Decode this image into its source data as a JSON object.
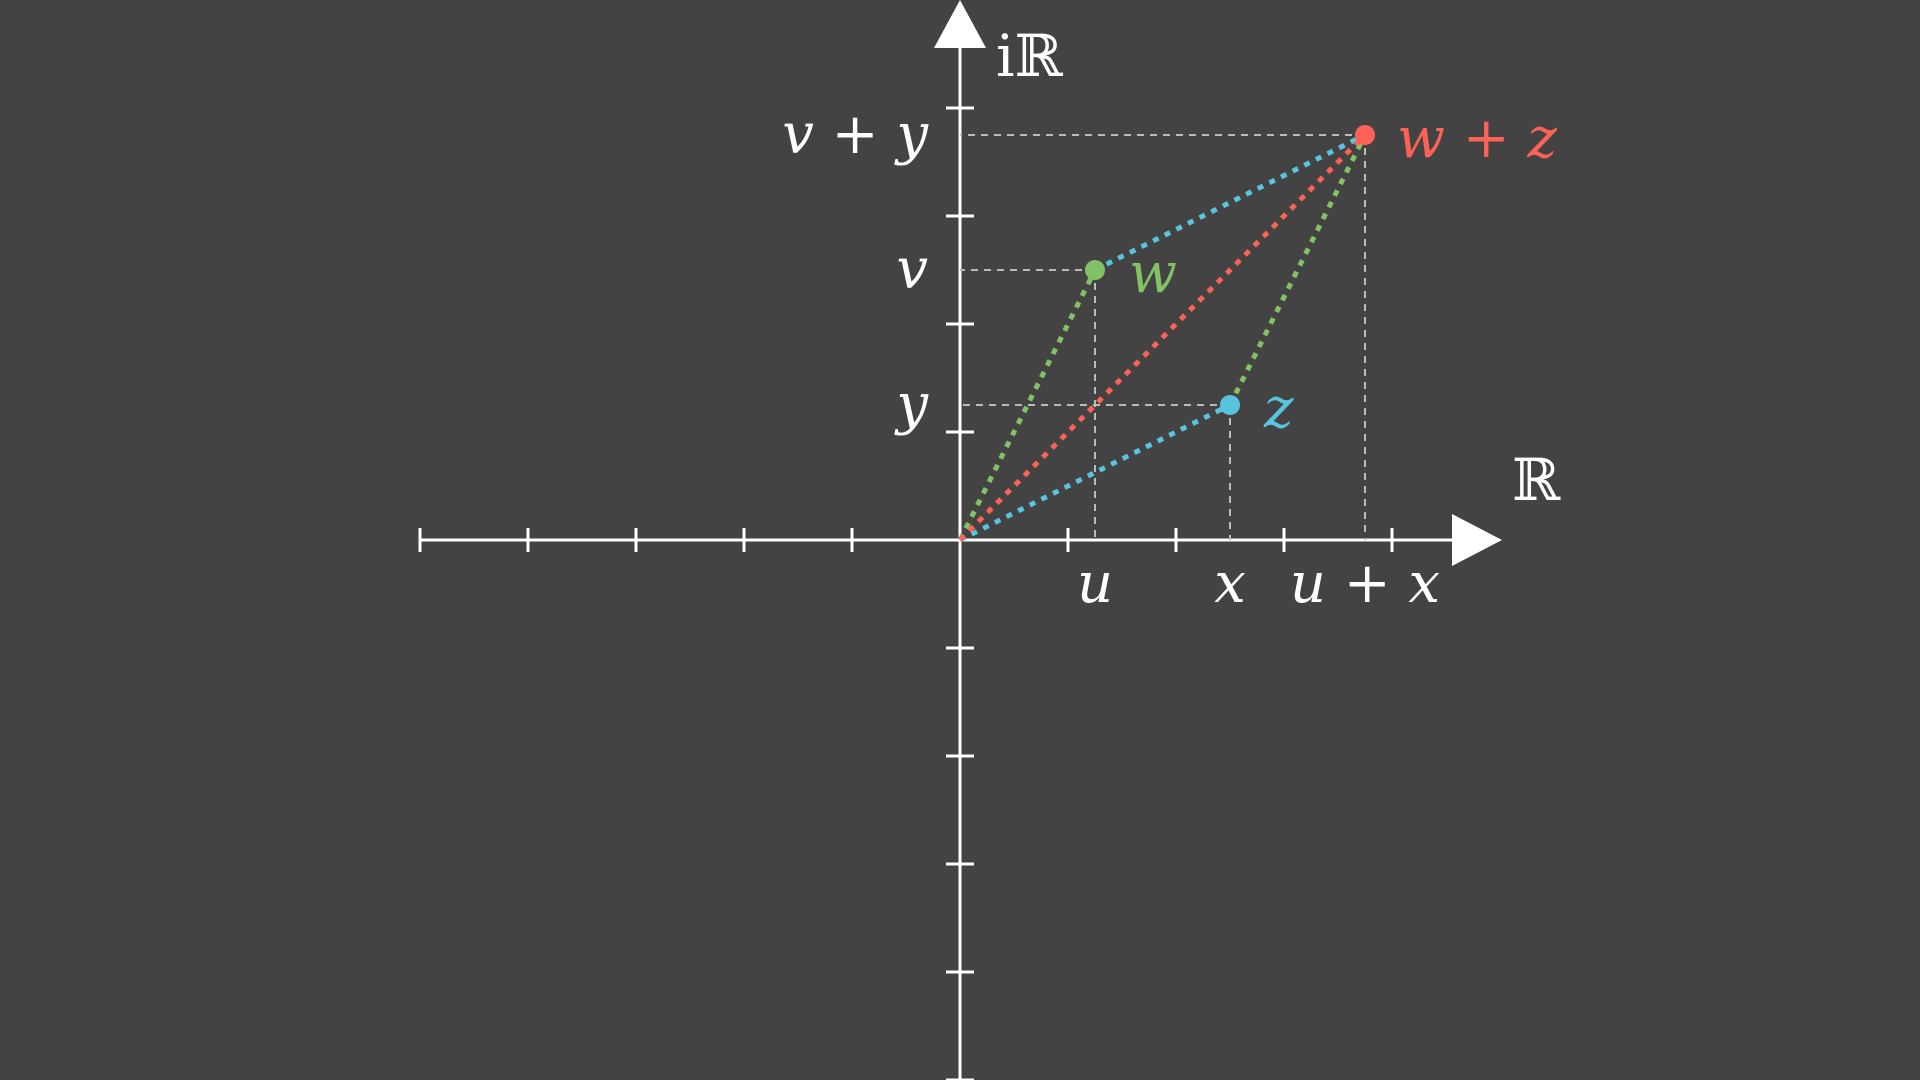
{
  "colors": {
    "background": "#434343",
    "axis": "#ffffff",
    "guide": "#bbbbbb",
    "w": "#83c167",
    "z": "#58c4dd",
    "sum": "#fc6255"
  },
  "axes": {
    "real_label": "ℝ",
    "imag_label": "iℝ",
    "x_range": [
      -5,
      5
    ],
    "y_range": [
      -5,
      4
    ]
  },
  "points": {
    "w": {
      "label": "w",
      "x": 1.25,
      "y": 2.5,
      "color": "#83c167"
    },
    "z": {
      "label": "z",
      "x": 2.5,
      "y": 1.25,
      "color": "#58c4dd"
    },
    "sum": {
      "label": "w + z",
      "x": 3.75,
      "y": 3.75,
      "color": "#fc6255"
    }
  },
  "x_tick_labels": [
    {
      "text": "u",
      "x": 1.25
    },
    {
      "text": "x",
      "x": 2.5
    },
    {
      "text": "u + x",
      "x": 3.75
    }
  ],
  "y_tick_labels": [
    {
      "text": "v + y",
      "y": 3.75
    },
    {
      "text": "v",
      "y": 2.5
    },
    {
      "text": "y",
      "y": 1.25
    }
  ],
  "edges": [
    {
      "from": [
        0,
        0
      ],
      "to": [
        1.25,
        2.5
      ],
      "color": "#83c167"
    },
    {
      "from": [
        2.5,
        1.25
      ],
      "to": [
        3.75,
        3.75
      ],
      "color": "#83c167"
    },
    {
      "from": [
        0,
        0
      ],
      "to": [
        2.5,
        1.25
      ],
      "color": "#58c4dd"
    },
    {
      "from": [
        1.25,
        2.5
      ],
      "to": [
        3.75,
        3.75
      ],
      "color": "#58c4dd"
    },
    {
      "from": [
        0,
        0
      ],
      "to": [
        3.75,
        3.75
      ],
      "color": "#fc6255"
    }
  ]
}
